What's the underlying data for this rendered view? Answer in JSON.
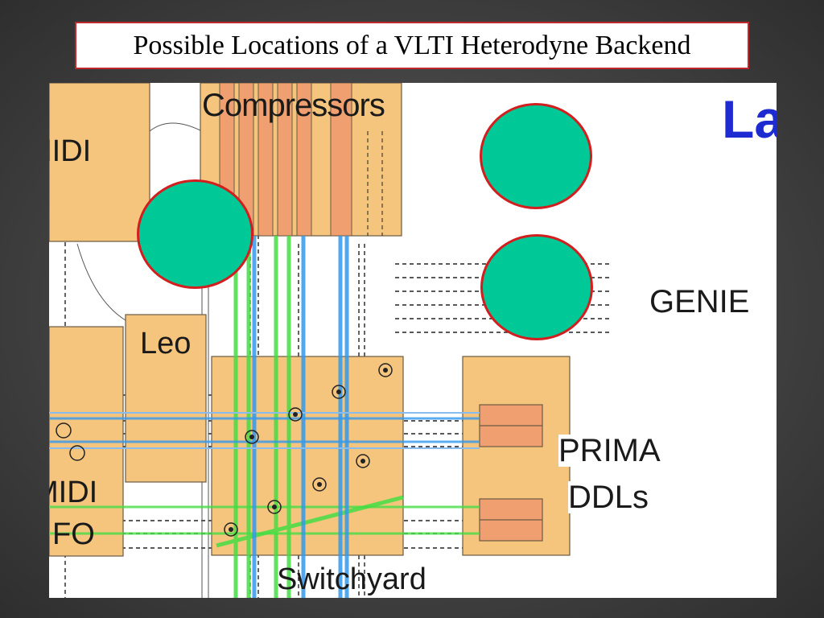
{
  "title": "Possible Locations of a VLTI Heterodyne Backend",
  "diagram": {
    "labels": {
      "compressors": "Compressors",
      "midi_top": "MIDI",
      "leo": "Leo",
      "midi_bottom": "MIDI",
      "fo": "FO",
      "genie": "GENIE",
      "prima": "PRIMA",
      "ddls": "DDLs",
      "switchyard": "Switchyard",
      "lab": "La"
    },
    "colors": {
      "room_fill": "#f5c47d",
      "room_stroke": "#6b5a44",
      "compressor_fill": "#f0a070",
      "beam_green": "#44dd44",
      "beam_blue": "#3399ee",
      "marker_fill": "#00c896",
      "marker_stroke": "#d21e1e",
      "lab_text": "#1e2bd0"
    },
    "markers": [
      {
        "id": "marker-upper-right",
        "icon": "green-circle"
      },
      {
        "id": "marker-middle-right",
        "icon": "green-circle"
      },
      {
        "id": "marker-left",
        "icon": "green-circle"
      }
    ]
  }
}
